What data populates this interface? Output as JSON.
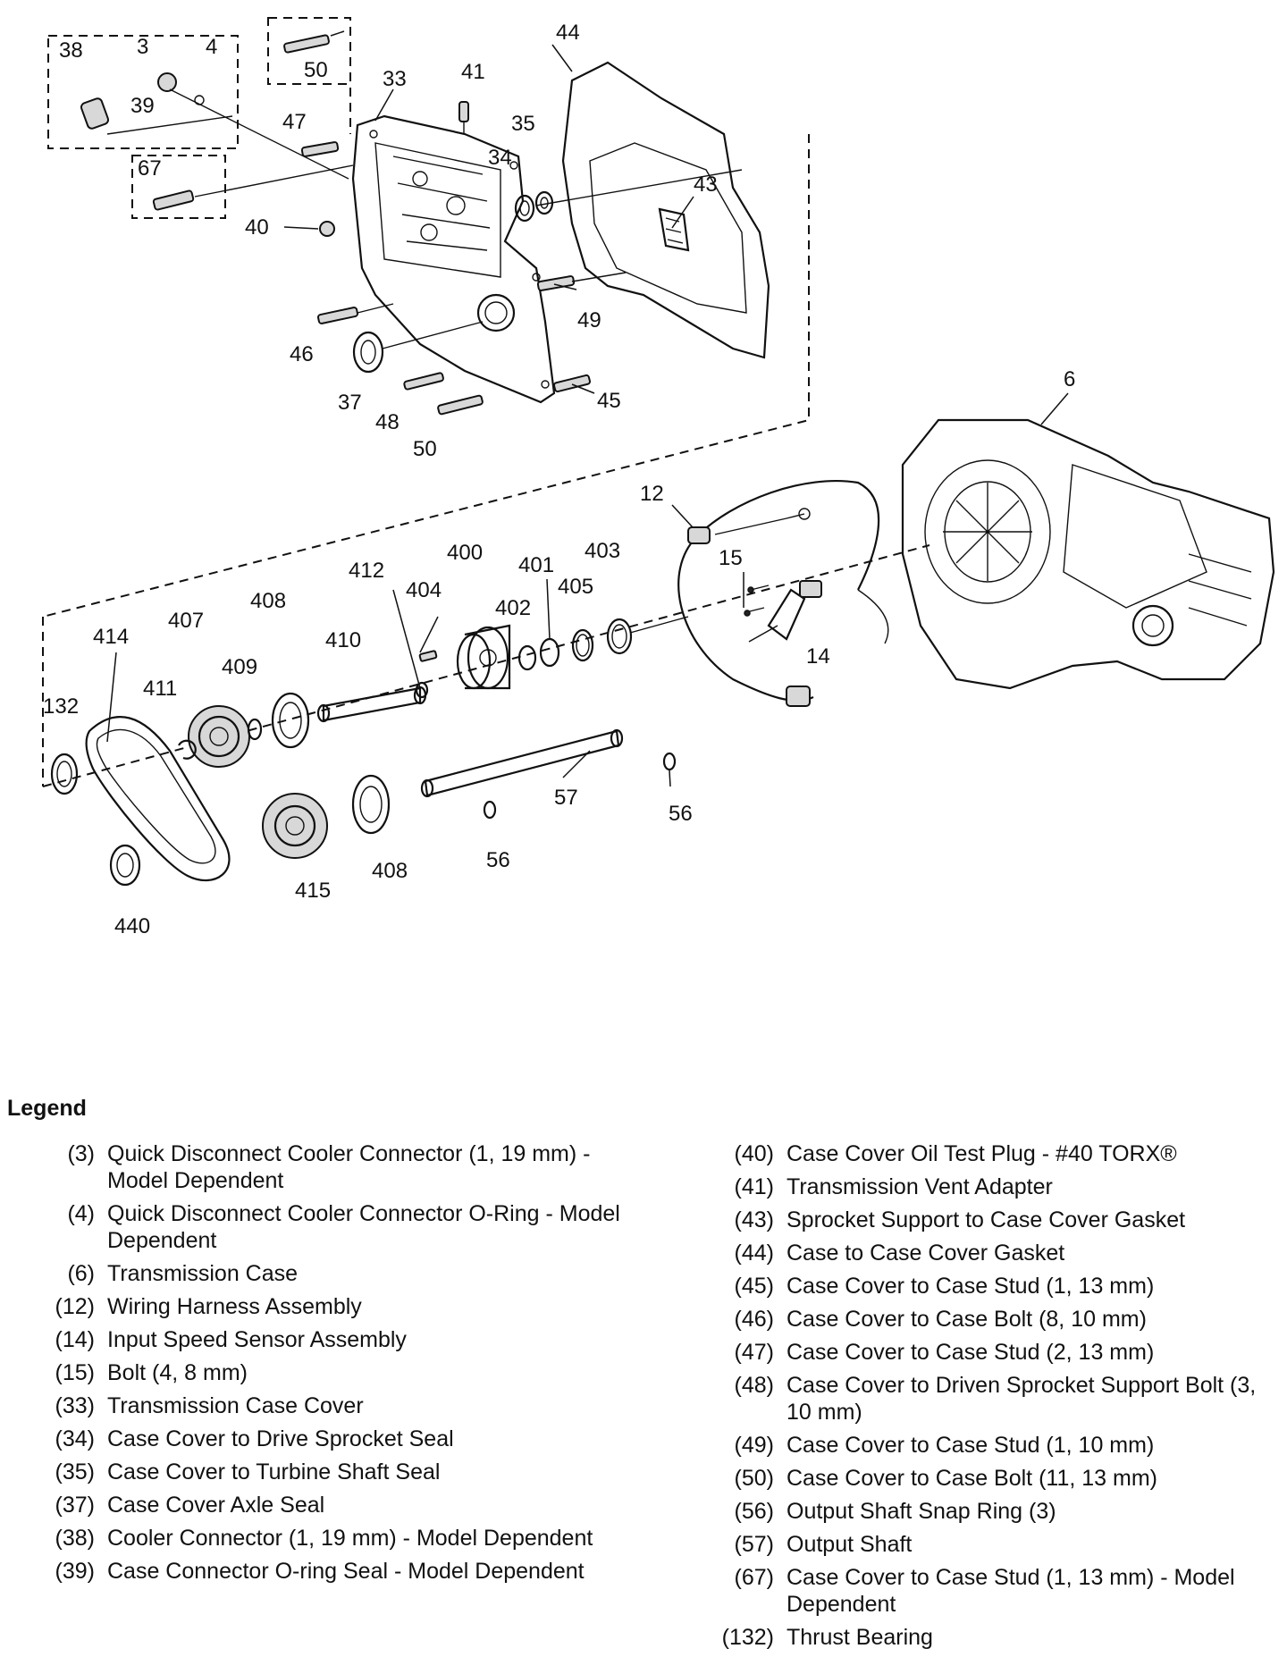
{
  "callouts": {
    "c38": "38",
    "c3": "3",
    "c4": "4",
    "c39": "39",
    "c50a": "50",
    "c33": "33",
    "c41": "41",
    "c44": "44",
    "c47": "47",
    "c35": "35",
    "c34": "34",
    "c43": "43",
    "c67": "67",
    "c40": "40",
    "c49": "49",
    "c46": "46",
    "c37": "37",
    "c48": "48",
    "c45": "45",
    "c50b": "50",
    "c6": "6",
    "c12": "12",
    "c15": "15",
    "c14": "14",
    "c400": "400",
    "c412": "412",
    "c401": "401",
    "c403": "403",
    "c404": "404",
    "c402": "402",
    "c405": "405",
    "c407": "407",
    "c408a": "408",
    "c414": "414",
    "c410": "410",
    "c409": "409",
    "c411": "411",
    "c132": "132",
    "c57": "57",
    "c56a": "56",
    "c56b": "56",
    "c408b": "408",
    "c415": "415",
    "c440": "440"
  },
  "legend": {
    "heading": "Legend",
    "left": [
      {
        "num": "(3)",
        "desc": "Quick Disconnect Cooler Connector (1, 19 mm) - Model Dependent"
      },
      {
        "num": "(4)",
        "desc": "Quick Disconnect Cooler Connector O-Ring - Model Dependent"
      },
      {
        "num": "(6)",
        "desc": "Transmission Case"
      },
      {
        "num": "(12)",
        "desc": "Wiring Harness Assembly"
      },
      {
        "num": "(14)",
        "desc": "Input Speed Sensor Assembly"
      },
      {
        "num": "(15)",
        "desc": "Bolt (4, 8 mm)"
      },
      {
        "num": "(33)",
        "desc": "Transmission Case Cover"
      },
      {
        "num": "(34)",
        "desc": "Case Cover to Drive Sprocket Seal"
      },
      {
        "num": "(35)",
        "desc": "Case Cover to Turbine Shaft Seal"
      },
      {
        "num": "(37)",
        "desc": "Case Cover Axle Seal"
      },
      {
        "num": "(38)",
        "desc": "Cooler Connector (1, 19 mm) - Model Dependent"
      },
      {
        "num": "(39)",
        "desc": "Case Connector O-ring Seal - Model Dependent"
      }
    ],
    "right": [
      {
        "num": "(40)",
        "desc": "Case Cover Oil Test Plug - #40 TORX®"
      },
      {
        "num": "(41)",
        "desc": "Transmission Vent Adapter"
      },
      {
        "num": "(43)",
        "desc": "Sprocket Support to Case Cover Gasket"
      },
      {
        "num": "(44)",
        "desc": "Case to Case Cover Gasket"
      },
      {
        "num": "(45)",
        "desc": "Case Cover to Case Stud (1, 13 mm)"
      },
      {
        "num": "(46)",
        "desc": "Case Cover to Case Bolt (8, 10 mm)"
      },
      {
        "num": "(47)",
        "desc": "Case Cover to Case Stud (2, 13 mm)"
      },
      {
        "num": "(48)",
        "desc": "Case Cover to Driven Sprocket Support Bolt (3, 10 mm)"
      },
      {
        "num": "(49)",
        "desc": "Case Cover to Case Stud (1, 10 mm)"
      },
      {
        "num": "(50)",
        "desc": "Case Cover to Case Bolt (11, 13 mm)"
      },
      {
        "num": "(56)",
        "desc": "Output Shaft Snap Ring (3)"
      },
      {
        "num": "(57)",
        "desc": "Output Shaft"
      },
      {
        "num": "(67)",
        "desc": "Case Cover to Case Stud (1, 13 mm) - Model Dependent"
      },
      {
        "num": "(132)",
        "desc": "Thrust Bearing"
      }
    ]
  }
}
